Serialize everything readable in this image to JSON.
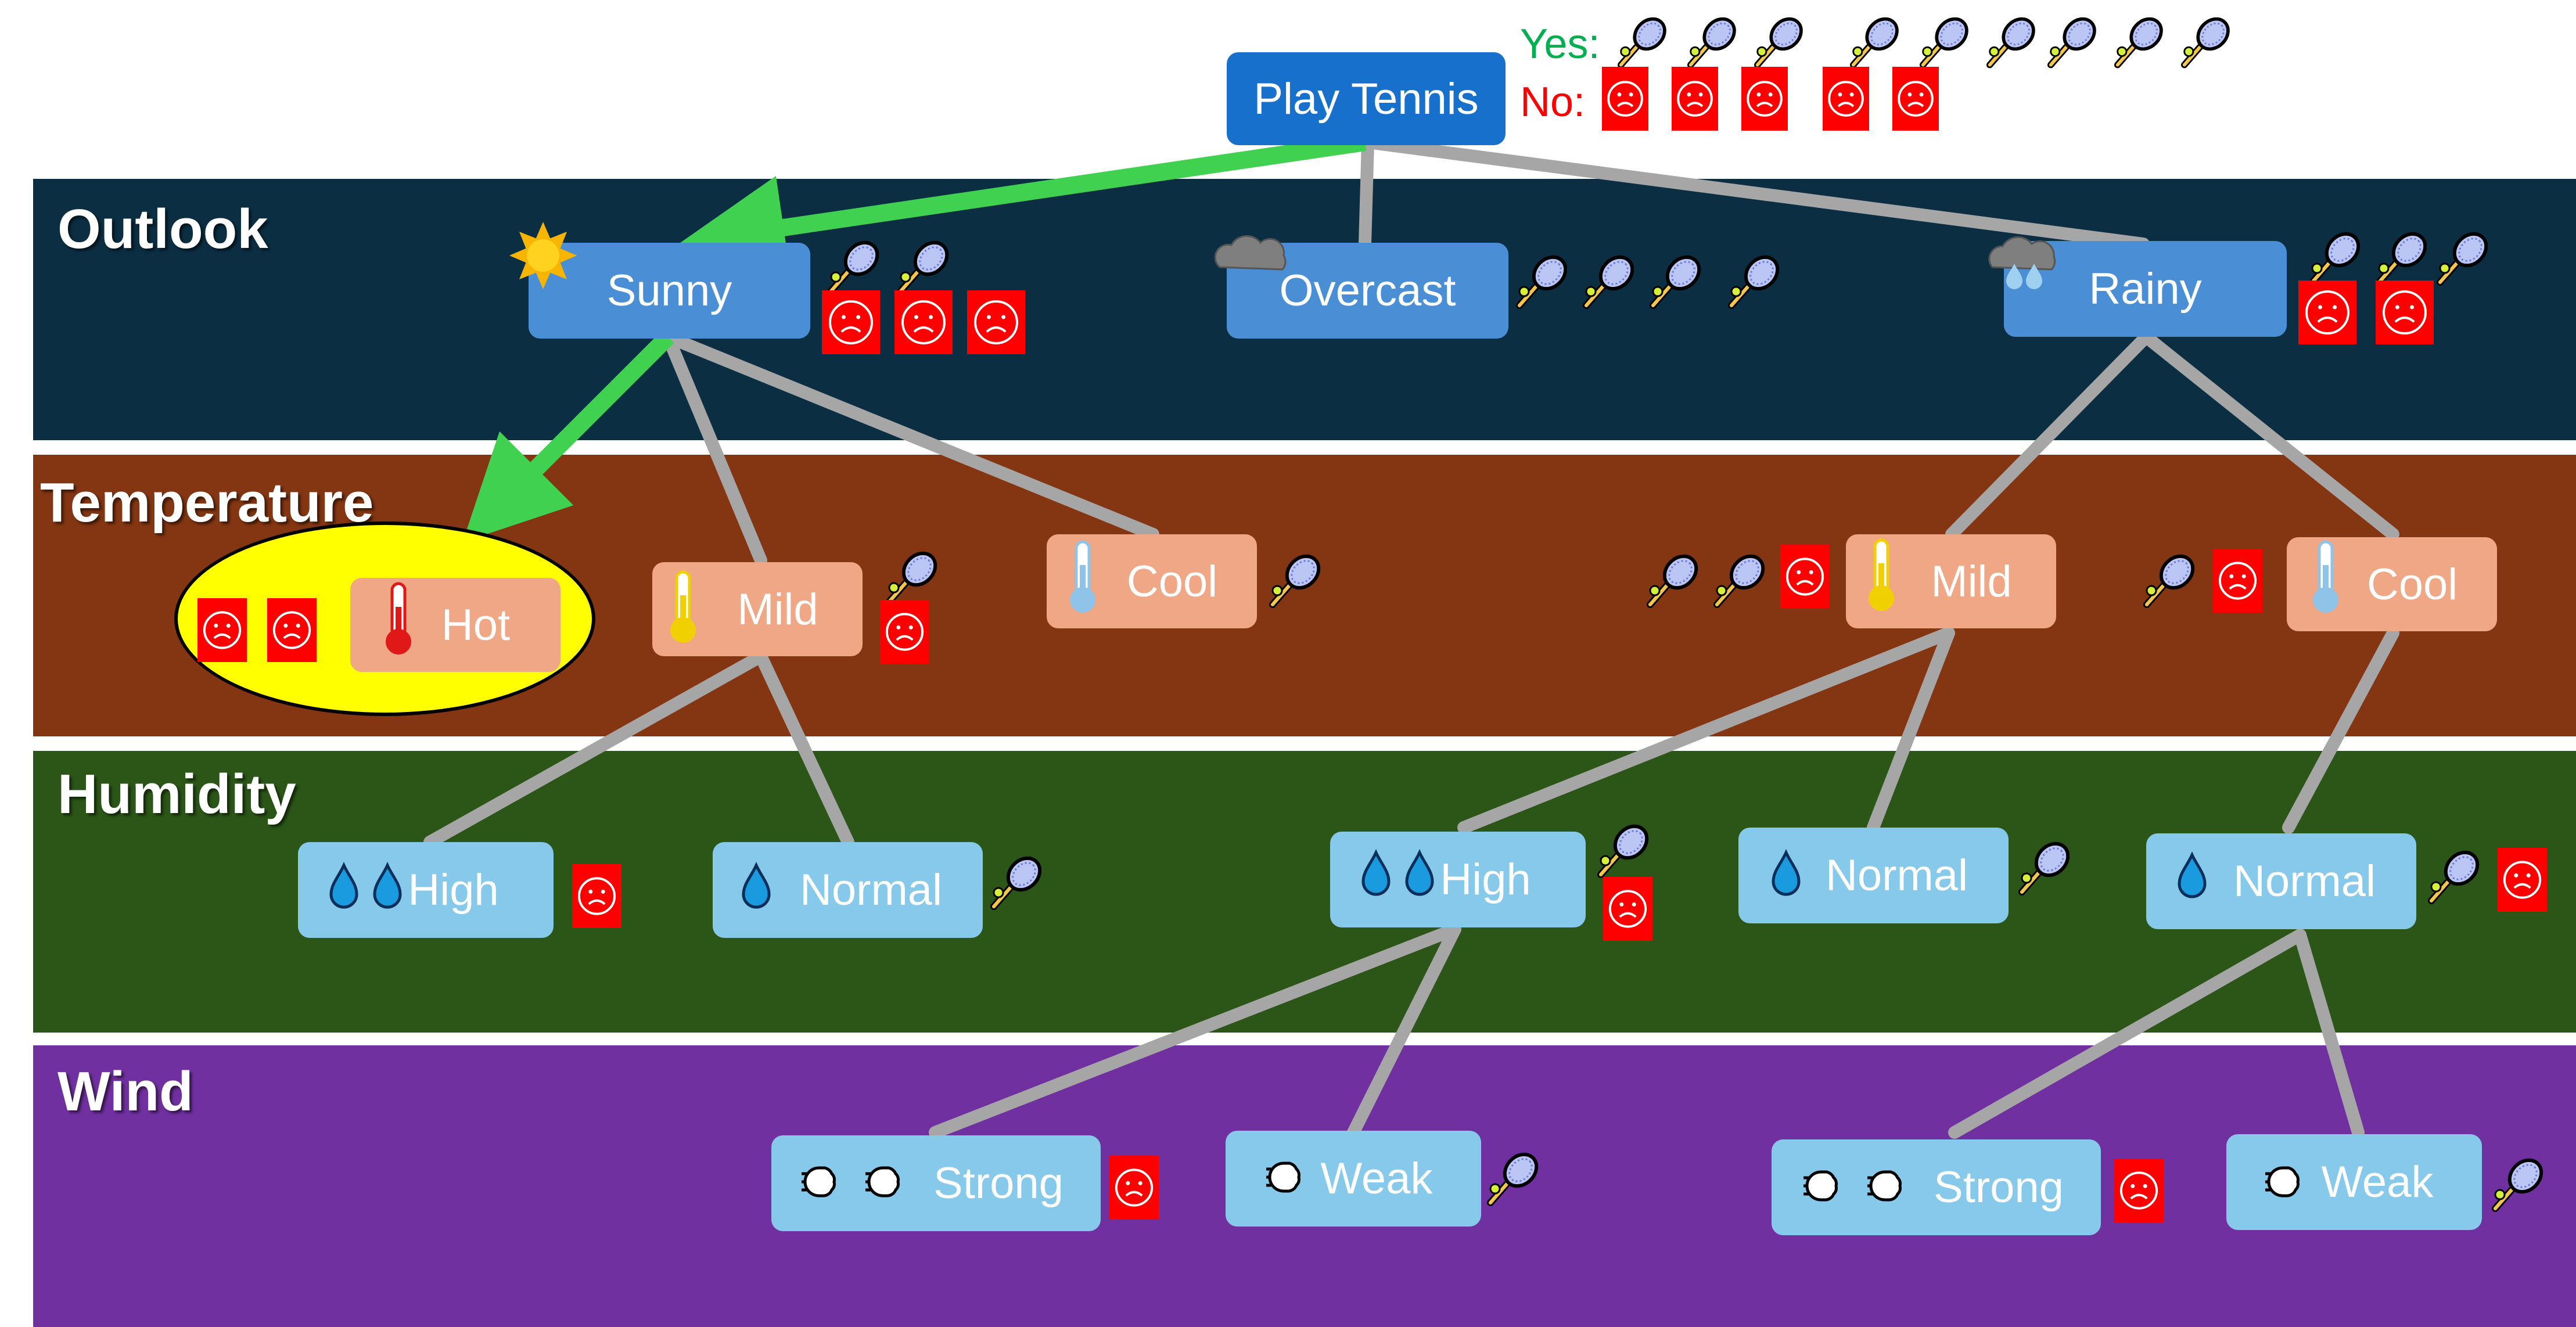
{
  "root": {
    "label": "Play Tennis",
    "legend": {
      "yes_label": "Yes:",
      "no_label": "No:",
      "yes_count": 9,
      "no_count": 5
    }
  },
  "levels": [
    {
      "label": "Outlook",
      "color": "#0b2e42"
    },
    {
      "label": "Temperature",
      "color": "#843612"
    },
    {
      "label": "Humidity",
      "color": "#2b5618"
    },
    {
      "label": "Wind",
      "color": "#7030a0"
    }
  ],
  "nodes": {
    "sunny": {
      "label": "Sunny",
      "icon": "sun-icon",
      "yes": 2,
      "no": 3
    },
    "overcast": {
      "label": "Overcast",
      "icon": "cloud-icon",
      "yes": 4,
      "no": 0
    },
    "rainy": {
      "label": "Rainy",
      "icon": "rain-cloud-icon",
      "yes": 3,
      "no": 2
    },
    "sunny_hot": {
      "label": "Hot",
      "icon": "thermometer-hot-icon",
      "yes": 0,
      "no": 2,
      "highlighted": true
    },
    "sunny_mild": {
      "label": "Mild",
      "icon": "thermometer-mild-icon",
      "yes": 1,
      "no": 1
    },
    "sunny_cool": {
      "label": "Cool",
      "icon": "thermometer-cool-icon",
      "yes": 1,
      "no": 0
    },
    "rainy_mild": {
      "label": "Mild",
      "icon": "thermometer-mild-icon",
      "yes": 2,
      "no": 1
    },
    "rainy_cool": {
      "label": "Cool",
      "icon": "thermometer-cool-icon",
      "yes": 1,
      "no": 1
    },
    "sm_high": {
      "label": "High",
      "icon": "double-droplet-icon",
      "yes": 0,
      "no": 1
    },
    "sm_normal": {
      "label": "Normal",
      "icon": "droplet-icon",
      "yes": 1,
      "no": 0
    },
    "rm_high": {
      "label": "High",
      "icon": "double-droplet-icon",
      "yes": 1,
      "no": 1
    },
    "rm_normal": {
      "label": "Normal",
      "icon": "droplet-icon",
      "yes": 1,
      "no": 0
    },
    "rc_normal": {
      "label": "Normal",
      "icon": "droplet-icon",
      "yes": 1,
      "no": 1
    },
    "rmh_strong": {
      "label": "Strong",
      "icon": "double-wind-icon",
      "yes": 0,
      "no": 1
    },
    "rmh_weak": {
      "label": "Weak",
      "icon": "wind-icon",
      "yes": 1,
      "no": 0
    },
    "rcn_strong": {
      "label": "Strong",
      "icon": "double-wind-icon",
      "yes": 0,
      "no": 1
    },
    "rcn_weak": {
      "label": "Weak",
      "icon": "wind-icon",
      "yes": 1,
      "no": 0
    }
  },
  "icons": {
    "yes": "tennis-racket-icon",
    "no": "sad-face-icon"
  },
  "colors": {
    "yes_text": "#00b050",
    "no_text": "#ff0000",
    "path_highlight": "#3fd14f",
    "edge": "#a6a6a6",
    "hot_highlight": "#ffff00",
    "sad_box": "#ff0000"
  }
}
